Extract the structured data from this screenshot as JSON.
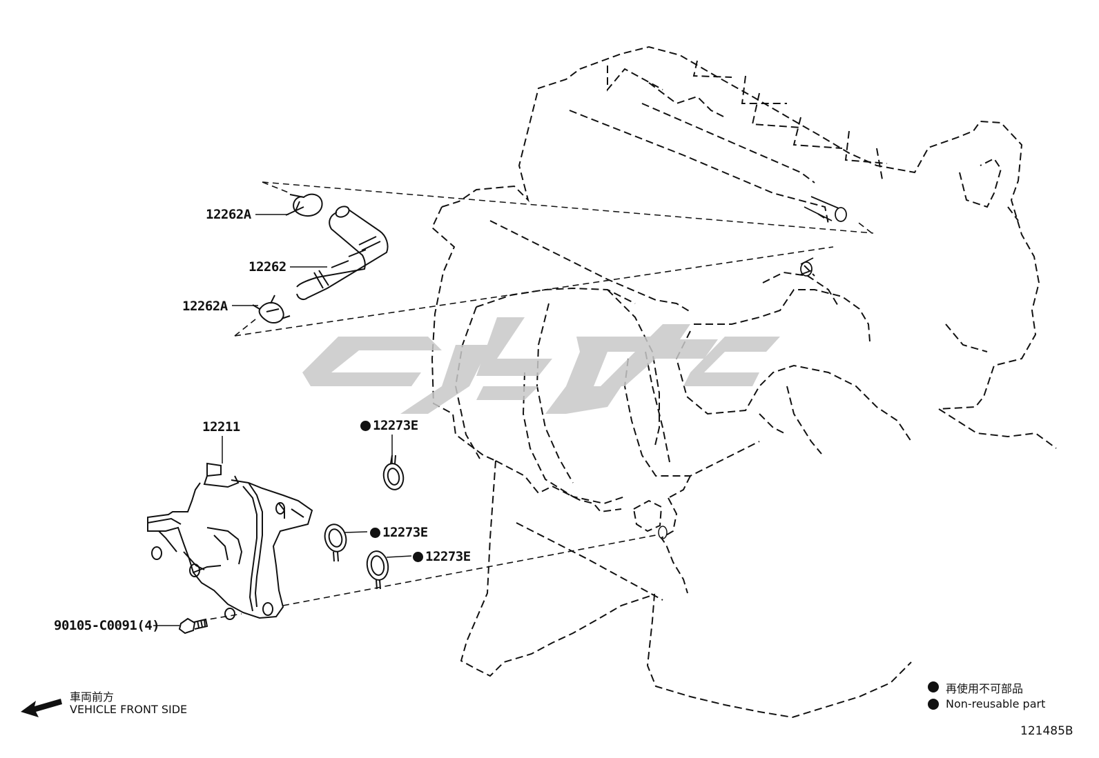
{
  "callouts": {
    "clip_top": "12262A",
    "hose": "12262",
    "clip_bottom": "12262A",
    "cover": "12211",
    "gasket_a": "12273E",
    "gasket_b": "12273E",
    "gasket_c": "12273E",
    "bolt": "90105-C0091(4)"
  },
  "front_side": {
    "label_jp": "車両前方",
    "label_en": "VEHICLE FRONT SIDE"
  },
  "legend": {
    "label_jp": "再使用不可部品",
    "label_en": "Non-reusable part"
  },
  "diagram_code": "121485B",
  "colors": {
    "line": "#111111",
    "watermark": "#c8c8c8"
  },
  "icons": [
    "arrow-left-icon",
    "non-reusable-dot-icon"
  ]
}
